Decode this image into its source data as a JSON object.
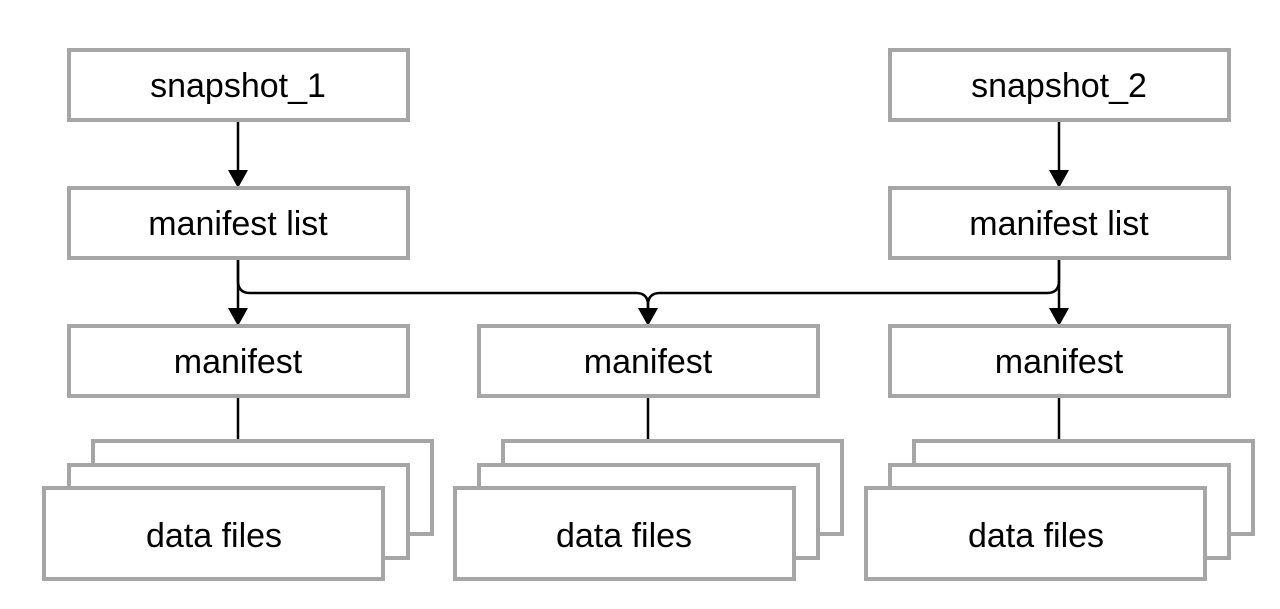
{
  "snapshots": [
    {
      "label": "snapshot_1"
    },
    {
      "label": "snapshot_2"
    }
  ],
  "manifest_lists": [
    {
      "label": "manifest list"
    },
    {
      "label": "manifest list"
    }
  ],
  "manifests": [
    {
      "label": "manifest"
    },
    {
      "label": "manifest"
    },
    {
      "label": "manifest"
    }
  ],
  "data_files": [
    {
      "label": "data files"
    },
    {
      "label": "data files"
    },
    {
      "label": "data files"
    }
  ],
  "colors": {
    "box_border": "#a6a6a6",
    "box_fill": "#ffffff",
    "edge": "#000000",
    "text": "#000000"
  }
}
